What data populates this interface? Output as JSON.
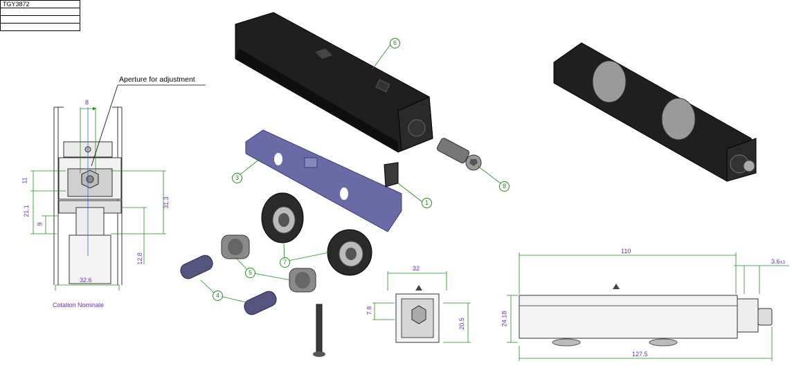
{
  "title_block": {
    "reference": "TGY3872",
    "rows": [
      "",
      "",
      ""
    ]
  },
  "annotations": {
    "aperture": "Aperture for adjustment",
    "cotation": "Cotation Nominale"
  },
  "dimensions": {
    "section_width_top": "8",
    "section_h_11": "11",
    "section_h_21_1": "21.1",
    "section_h_9": "9",
    "section_h_31_3": "31.3",
    "section_h_12_8": "12.8",
    "section_width_32_6": "32.6",
    "end_width_32": "32",
    "end_h_7_8": "7.8",
    "end_h_20_5": "20.5",
    "side_length_110": "110",
    "side_offset_3_6": "3.6",
    "side_tolerance": "±1",
    "side_height_24_18": "24.18",
    "side_length_127_5": "127.5"
  },
  "callouts": [
    "1",
    "3",
    "4",
    "5",
    "6",
    "7",
    "8"
  ],
  "colors": {
    "dimension_line": "#1a8f1a",
    "dimension_text": "#6b2fb3",
    "part_body": "#1a1a1a",
    "carrier": "#6a6aa6"
  }
}
